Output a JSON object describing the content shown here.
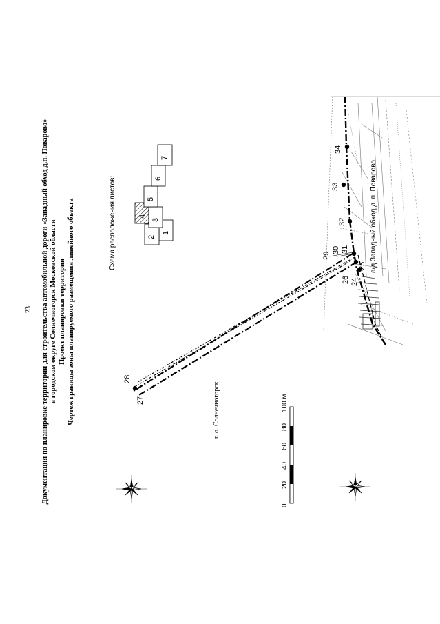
{
  "page_number": "23",
  "title": {
    "line1": "Документация по планировке территории для строительства автомобильной дороги «Западный обход д.п. Поварово»",
    "line2": "в городском округе Солнечногорск Московской области",
    "line3": "Проект планировки территории",
    "line4": "Чертеж границы зоны планируемого размещения линейного объекта"
  },
  "sheet_scheme": {
    "label": "Схема расположения листов:",
    "sheets": [
      "1",
      "2",
      "3",
      "4",
      "5",
      "6",
      "7"
    ],
    "highlighted_sheet": "4"
  },
  "municipality_label": "г. о. Солнечногорск",
  "road_label": "а/д Западный обход д. п. Поварово",
  "scale_bar": {
    "ticks": [
      "0",
      "20",
      "40",
      "60",
      "80",
      "100 м"
    ]
  },
  "points": [
    "24",
    "25",
    "26",
    "27",
    "28",
    "29",
    "30",
    "31",
    "32",
    "33",
    "34"
  ],
  "icons": [
    "compass-rose-icon",
    "compass-rose-icon"
  ]
}
